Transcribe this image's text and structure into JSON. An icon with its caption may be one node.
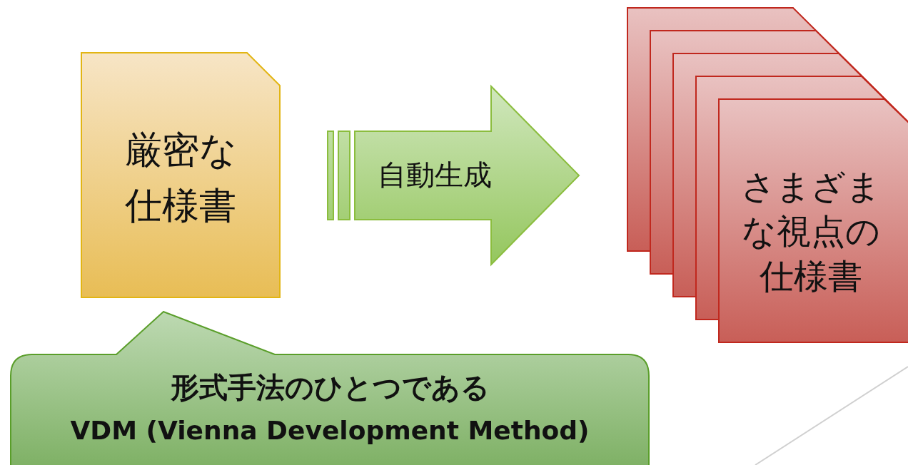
{
  "diagram": {
    "nodes": [
      {
        "text": [
          "厳密な仕様書"
        ]
      },
      {
        "text": [],
        "shape": "box"
      },
      {
        "text": [],
        "shape": "box"
      },
      {
        "text": [],
        "shape": "box"
      },
      {
        "text": [],
        "shape": "box"
      },
      {
        "text": [
          "さまざまな視点の仕様書"
        ]
      },
      {
        "text": [
          "形式手法のひとつである",
          "VDM (Vienna Development Method)"
        ]
      }
    ],
    "edges": [
      {
        "from": 0,
        "to": 1,
        "arrow": "to",
        "label": "自動生成"
      }
    ]
  }
}
